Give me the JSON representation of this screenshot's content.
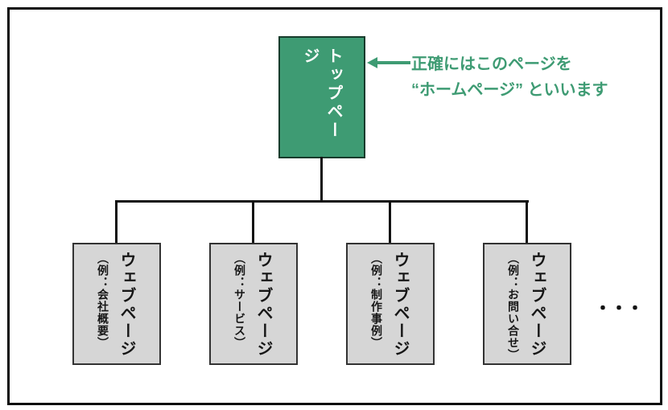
{
  "diagram": {
    "root_label": "トップページ",
    "annotation": {
      "line1": "正確にはこのページを",
      "line2": "“ホームページ” といいます"
    },
    "children": [
      {
        "label": "ウェブページ",
        "example": "（例：会社概要）"
      },
      {
        "label": "ウェブページ",
        "example": "（例：サービス）"
      },
      {
        "label": "ウェブページ",
        "example": "（例：制作事例）"
      },
      {
        "label": "ウェブページ",
        "example": "（例：お問い合せ）"
      }
    ],
    "ellipsis": "・・・",
    "colors": {
      "node_green": "#3E9B73",
      "node_green_border": "#173C2C",
      "node_gray": "#D6D6D6",
      "node_gray_border": "#333333",
      "line_black": "#121212",
      "annotation_green": "#3E9B73"
    }
  }
}
